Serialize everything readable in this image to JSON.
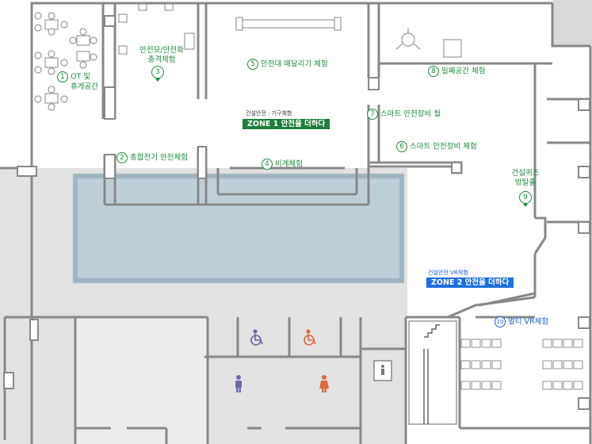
{
  "zones": [
    {
      "small": "건설안전 : 기구체험",
      "bar": "ZONE 1  안전을 더하다",
      "color": "#1d7f3b"
    },
    {
      "small": "건설안전:VR체험",
      "bar": "ZONE 2  안전을 더하다",
      "color": "#1e6fe0"
    }
  ],
  "stations": [
    {
      "num": "1",
      "lines": [
        "OT 및",
        "휴게공간"
      ]
    },
    {
      "num": "2",
      "lines": [
        "종합전기 안전체험"
      ]
    },
    {
      "num": "3",
      "lines": [
        "안전모/안전화",
        "충격체험"
      ]
    },
    {
      "num": "4",
      "lines": [
        "비계체험"
      ]
    },
    {
      "num": "5",
      "lines": [
        "안전대 매달리기 체험"
      ]
    },
    {
      "num": "6",
      "lines": [
        "스마트 안전장비 체험"
      ]
    },
    {
      "num": "7",
      "lines": [
        "스마트 안전장비 월"
      ]
    },
    {
      "num": "8",
      "lines": [
        "밀폐공간 체험"
      ]
    },
    {
      "num": "9",
      "lines": [
        "건설퀴즈",
        "방탈출"
      ]
    },
    {
      "num": "10",
      "lines": [
        "멀티 VR체험"
      ]
    }
  ],
  "icons": [
    "wheelchair-icon",
    "wheelchair-icon",
    "male-restroom-icon",
    "female-restroom-icon",
    "elevator-icon",
    "stairs-icon",
    "table-chairs-icon",
    "vr-seat-icon",
    "ventilator-fan-icon"
  ],
  "colors": {
    "green": "#1f8a3c",
    "blue": "#1e5bd6",
    "wall": "#8a8a8a",
    "corridor": "#e3e3e3",
    "water": "#bfcfd8",
    "male": "#6a6aa8",
    "female": "#e06a3c"
  }
}
